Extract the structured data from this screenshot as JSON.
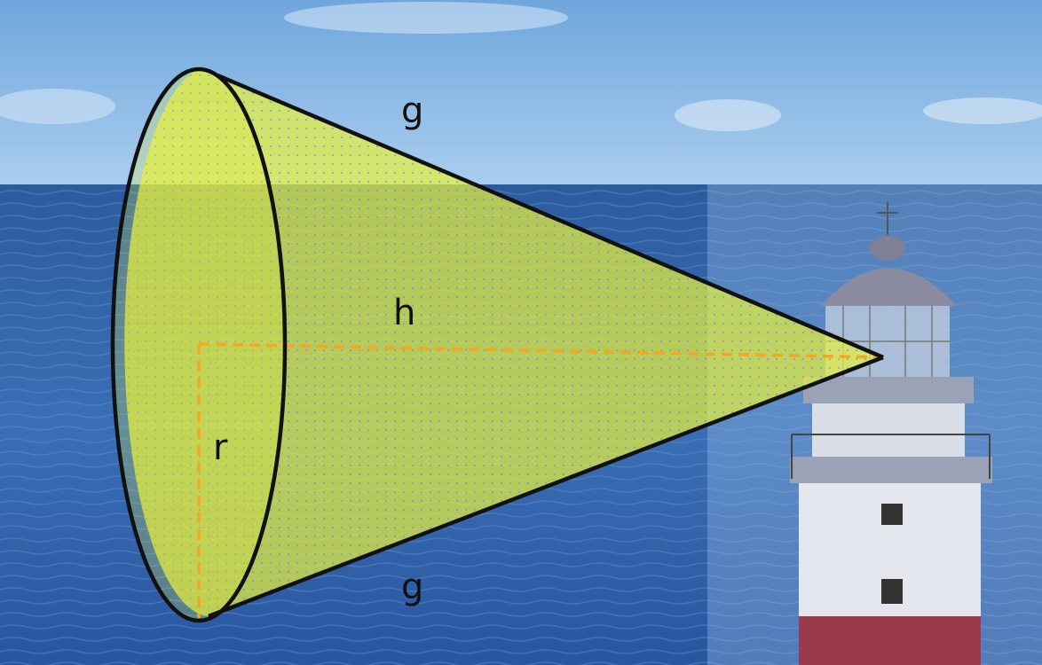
{
  "diagram": {
    "labels": {
      "slant_top": "g",
      "height": "h",
      "radius": "r",
      "slant_bottom": "g"
    },
    "colors": {
      "cone_fill": "#e6f03c",
      "cone_outline": "#111111",
      "dashed_lines": "#f5a623",
      "dot_pattern": "#6a8ee8",
      "sky": "#8fbde8",
      "sea": "#2f64a8"
    },
    "icons": [
      "lighthouse"
    ]
  }
}
